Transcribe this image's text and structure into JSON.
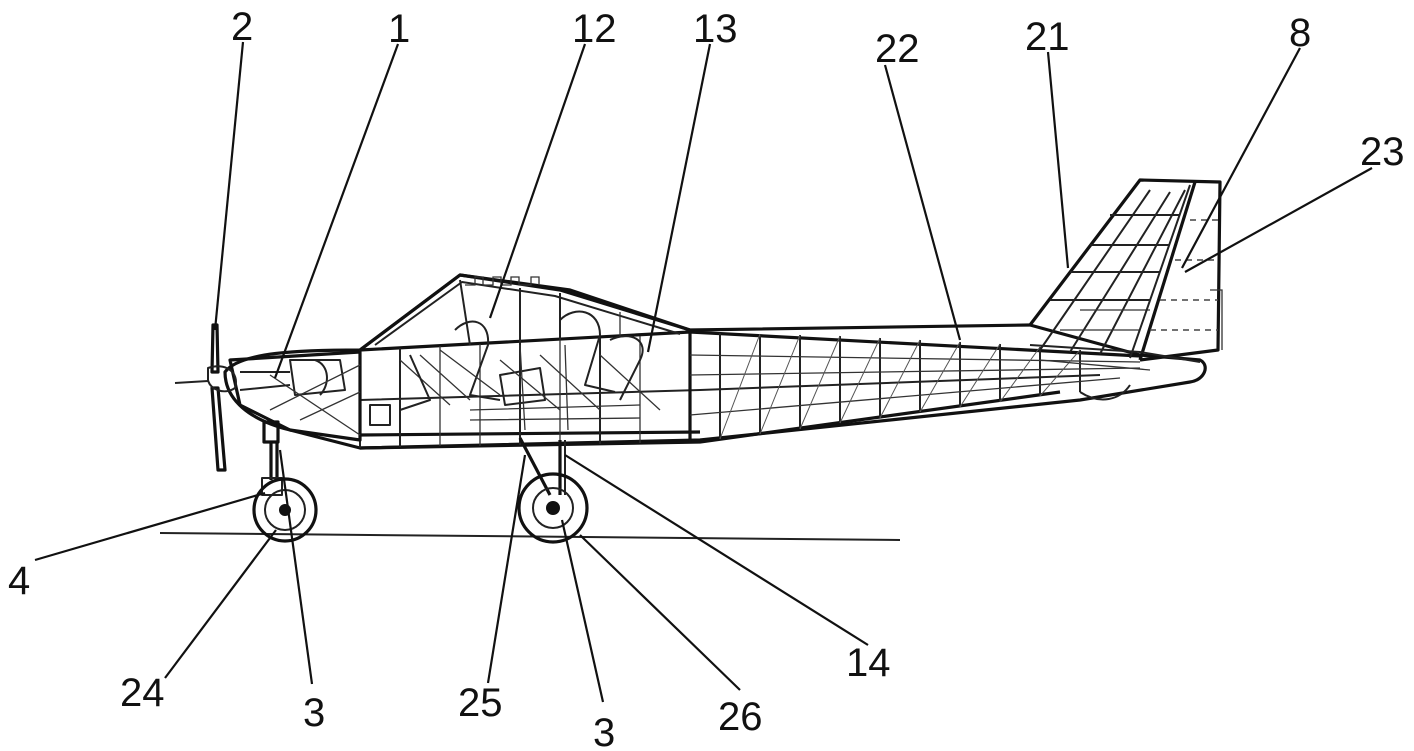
{
  "figure": {
    "reference_labels": [
      {
        "id": "label-2-propeller",
        "text": "2"
      },
      {
        "id": "label-1-engine",
        "text": "1"
      },
      {
        "id": "label-12-canopy",
        "text": "12"
      },
      {
        "id": "label-13-cabin-frame",
        "text": "13"
      },
      {
        "id": "label-22-tail-boom",
        "text": "22"
      },
      {
        "id": "label-21-fin",
        "text": "21"
      },
      {
        "id": "label-8-rudder-edge",
        "text": "8"
      },
      {
        "id": "label-23-rudder",
        "text": "23"
      },
      {
        "id": "label-4-nose-strut",
        "text": "4"
      },
      {
        "id": "label-24-nose-wheel",
        "text": "24"
      },
      {
        "id": "label-3-nose-gear",
        "text": "3"
      },
      {
        "id": "label-25-main-strut",
        "text": "25"
      },
      {
        "id": "label-3-main-gear",
        "text": "3"
      },
      {
        "id": "label-26-main-wheel",
        "text": "26"
      },
      {
        "id": "label-14-gear-mount",
        "text": "14"
      }
    ]
  }
}
